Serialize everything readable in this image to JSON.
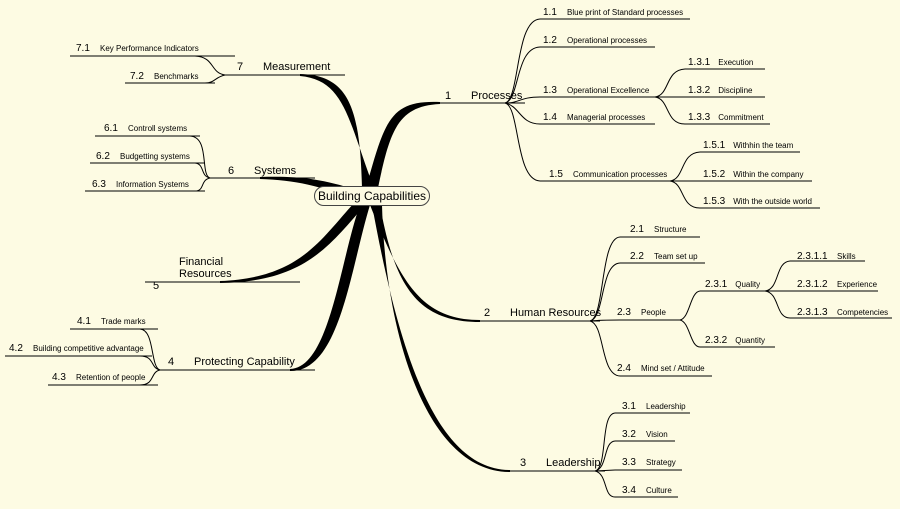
{
  "center": "Building Capabilities",
  "branches": {
    "b1": {
      "num": "1",
      "label": "Processes",
      "children": [
        {
          "num": "1.1",
          "label": "Blue print of Standard processes"
        },
        {
          "num": "1.2",
          "label": "Operational processes"
        },
        {
          "num": "1.3",
          "label": "Operational Excellence",
          "children": [
            {
              "num": "1.3.1",
              "label": "Execution"
            },
            {
              "num": "1.3.2",
              "label": "Discipline"
            },
            {
              "num": "1.3.3",
              "label": "Commitment"
            }
          ]
        },
        {
          "num": "1.4",
          "label": "Managerial processes"
        },
        {
          "num": "1.5",
          "label": "Communication processes",
          "children": [
            {
              "num": "1.5.1",
              "label": "Withhin the team"
            },
            {
              "num": "1.5.2",
              "label": "Within the company"
            },
            {
              "num": "1.5.3",
              "label": "With the outside world"
            }
          ]
        }
      ]
    },
    "b2": {
      "num": "2",
      "label": "Human Resources",
      "children": [
        {
          "num": "2.1",
          "label": "Structure"
        },
        {
          "num": "2.2",
          "label": "Team set up"
        },
        {
          "num": "2.3",
          "label": "People",
          "children": [
            {
              "num": "2.3.1",
              "label": "Quality",
              "children": [
                {
                  "num": "2.3.1.1",
                  "label": "Skills"
                },
                {
                  "num": "2.3.1.2",
                  "label": "Experience"
                },
                {
                  "num": "2.3.1.3",
                  "label": "Competencies"
                }
              ]
            },
            {
              "num": "2.3.2",
              "label": "Quantity"
            }
          ]
        },
        {
          "num": "2.4",
          "label": "Mind set / Attitude"
        }
      ]
    },
    "b3": {
      "num": "3",
      "label": "Leadership",
      "children": [
        {
          "num": "3.1",
          "label": "Leadership"
        },
        {
          "num": "3.2",
          "label": "Vision"
        },
        {
          "num": "3.3",
          "label": "Strategy"
        },
        {
          "num": "3.4",
          "label": "Culture"
        }
      ]
    },
    "b4": {
      "num": "4",
      "label": "Protecting Capability",
      "children": [
        {
          "num": "4.1",
          "label": "Trade marks"
        },
        {
          "num": "4.2",
          "label": "Building competitive advantage"
        },
        {
          "num": "4.3",
          "label": "Retention of people"
        }
      ]
    },
    "b5": {
      "num": "5",
      "label_line1": "Financial",
      "label_line2": "Resources"
    },
    "b6": {
      "num": "6",
      "label": "Systems",
      "children": [
        {
          "num": "6.1",
          "label": "Controll systems"
        },
        {
          "num": "6.2",
          "label": "Budgetting systems"
        },
        {
          "num": "6.3",
          "label": "Information Systems"
        }
      ]
    },
    "b7": {
      "num": "7",
      "label": "Measurement",
      "children": [
        {
          "num": "7.1",
          "label": "Key Performance Indicators"
        },
        {
          "num": "7.2",
          "label": "Benchmarks"
        }
      ]
    }
  },
  "colors": {
    "background": "#fdfbe3",
    "line": "#000000"
  }
}
